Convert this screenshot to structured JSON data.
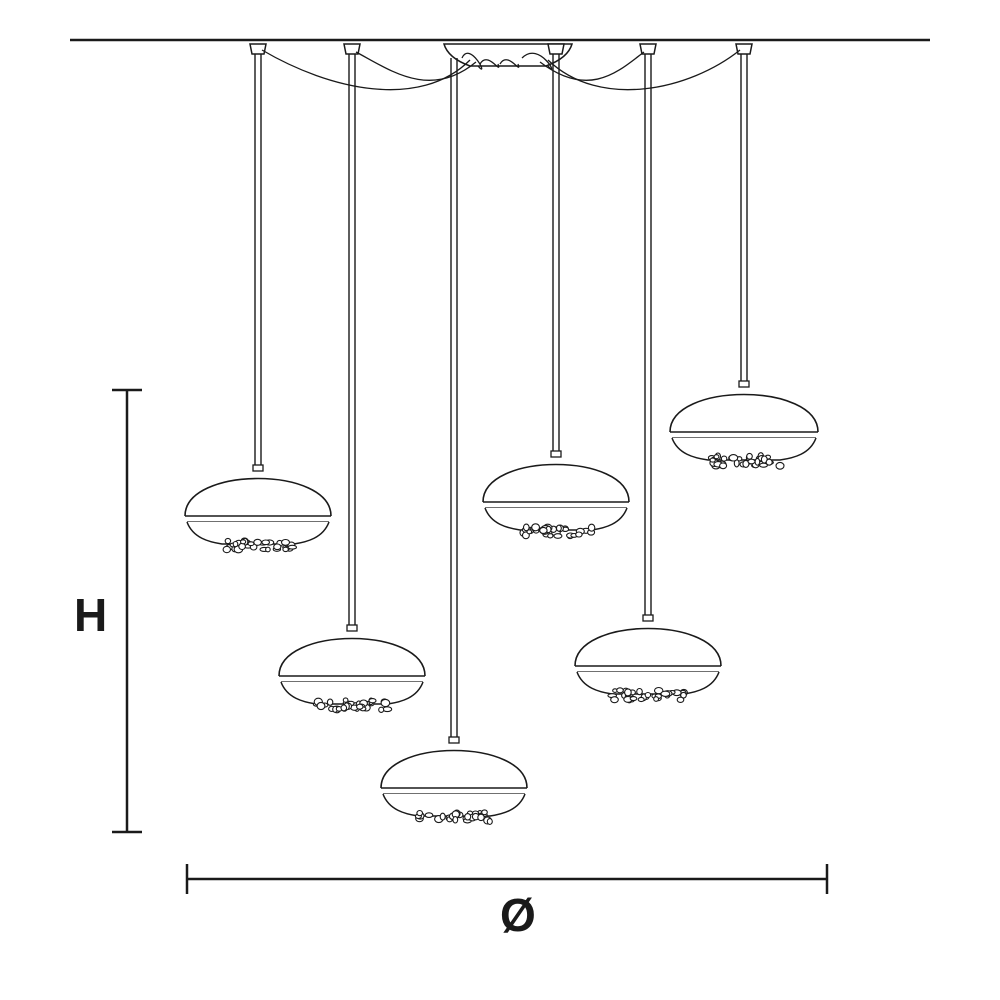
{
  "dimensions": {
    "height_label": "H",
    "diameter_label": "Ø"
  },
  "pendant_count": 6,
  "colors": {
    "line": "#1a1a1a",
    "background": "#ffffff"
  }
}
